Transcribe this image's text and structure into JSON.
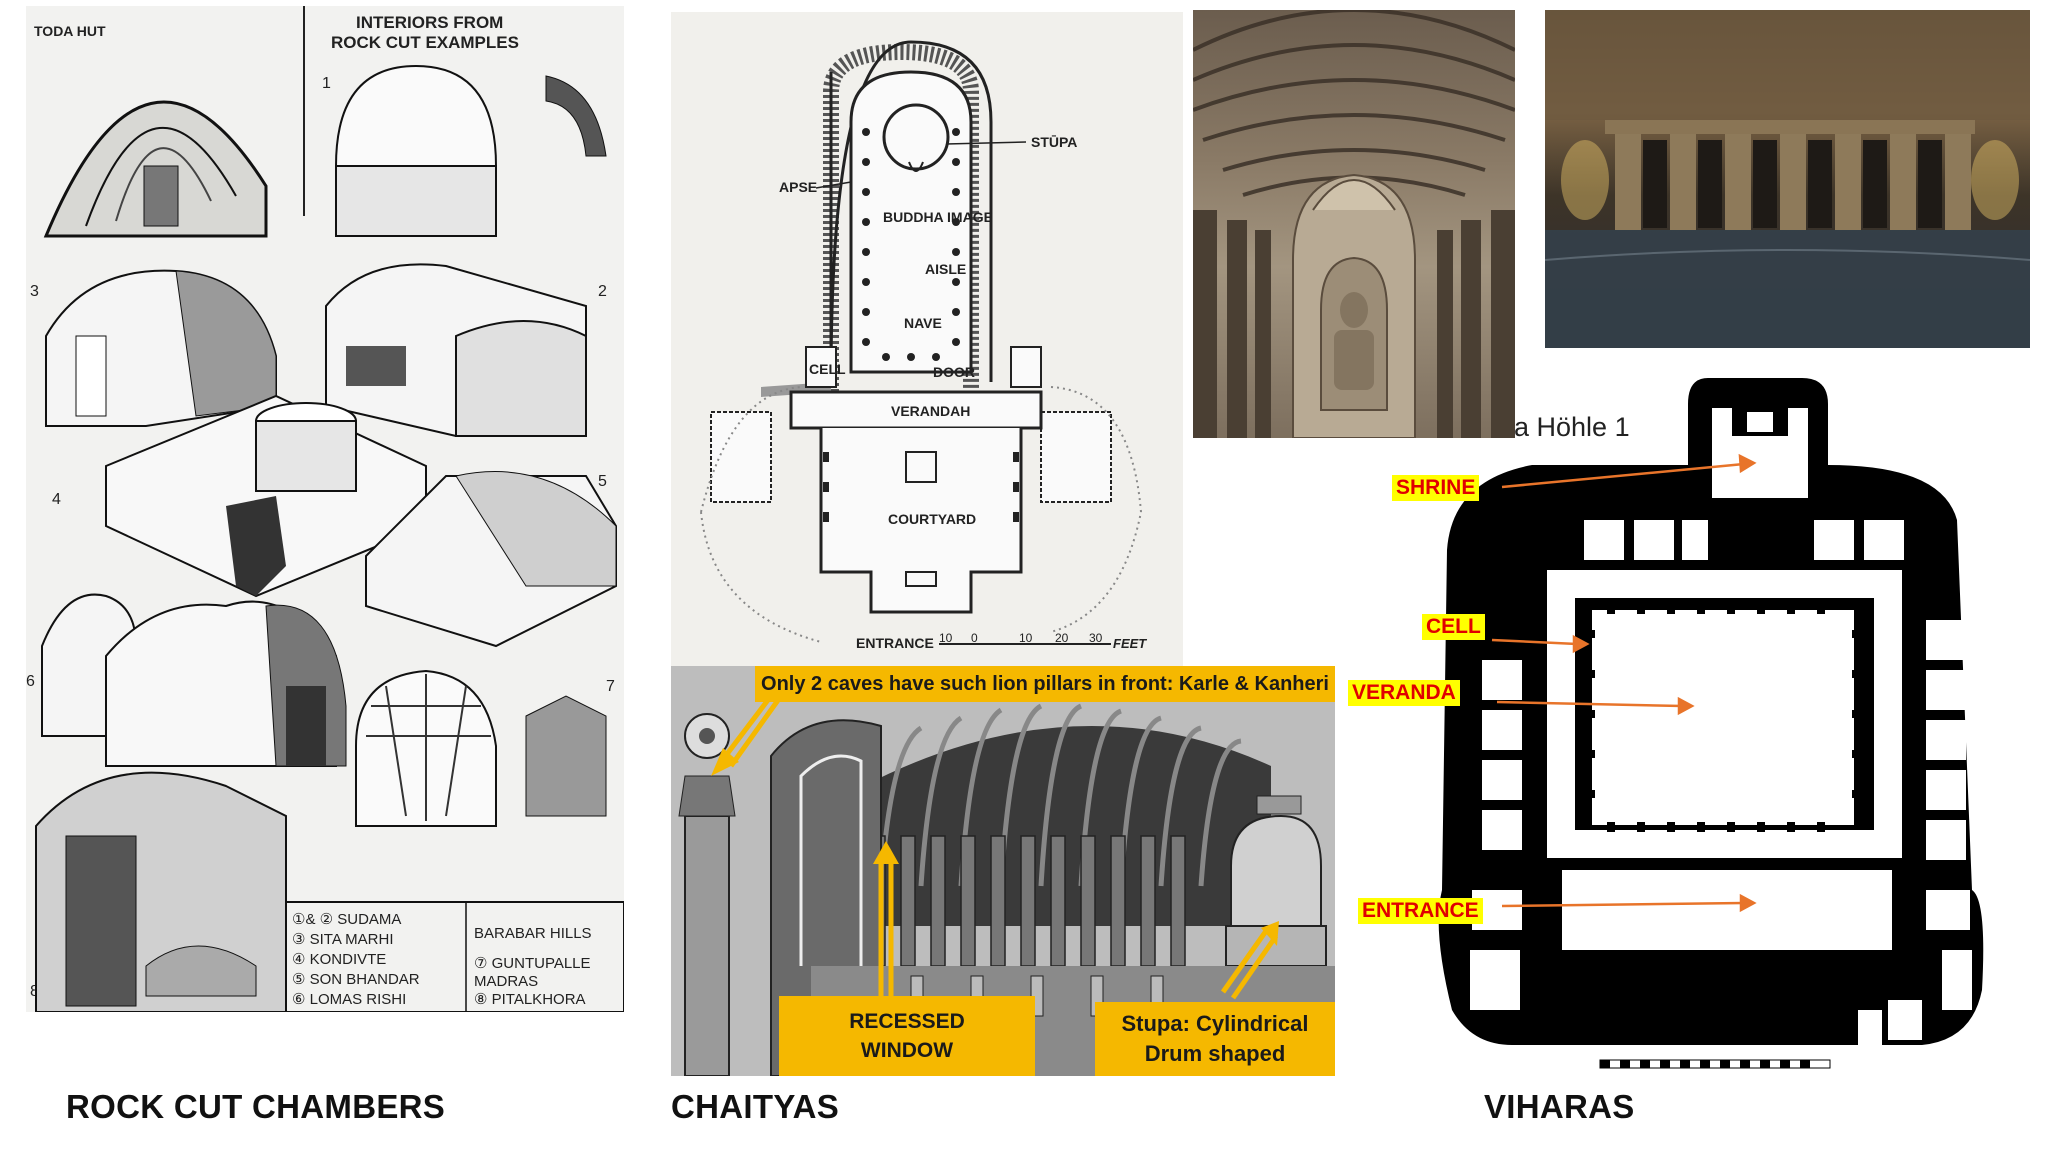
{
  "section_labels": {
    "rock_cut": "ROCK CUT CHAMBERS",
    "chaityas": "CHAITYAS",
    "viharas": "VIHARAS"
  },
  "rock_cut_panel": {
    "hut_label": "TODA HUT",
    "title_line1": "INTERIORS FROM",
    "title_line2": "ROCK CUT EXAMPLES",
    "numbers": [
      "1",
      "2",
      "3",
      "4",
      "5",
      "6",
      "7",
      "8"
    ],
    "legend_left": [
      "①& ② SUDAMA",
      "③ SITA MARHI",
      "④ KONDIVTE",
      "⑤ SON BHANDAR",
      "⑥ LOMAS RISHI"
    ],
    "legend_right": [
      "BARABAR HILLS",
      "⑦ GUNTUPALLE",
      "MADRAS",
      "⑧ PITALKHORA"
    ]
  },
  "chaitya_plan": {
    "labels": {
      "apse": "APSE",
      "stupa": "STŪPA",
      "buddha_image": "BUDDHA IMAGE",
      "aisle": "AISLE",
      "nave": "NAVE",
      "cell": "CELL",
      "door": "DOOR",
      "verandah": "VERANDAH",
      "courtyard": "COURTYARD",
      "entrance": "ENTRANCE"
    },
    "scale_ticks": [
      "10",
      "0",
      "10",
      "20",
      "30"
    ],
    "scale_unit": "FEET"
  },
  "chaitya_illustration": {
    "top_note": "Only 2 caves have such lion pillars in front: Karle & Kanheri",
    "recessed_window": "RECESSED WINDOW",
    "stupa_note": "Stupa: Cylindrical Drum shaped"
  },
  "vihara_plan": {
    "heading_fragment": "a Höhle 1",
    "tags": {
      "shrine": "SHRINE",
      "cell": "CELL",
      "veranda": "VERANDA",
      "entrance": "ENTRANCE"
    }
  },
  "colors": {
    "highlight_yellow": "#f5b800",
    "tag_yellow": "#ffff00",
    "tag_red": "#e00000",
    "arrow_orange": "#e8742a"
  }
}
